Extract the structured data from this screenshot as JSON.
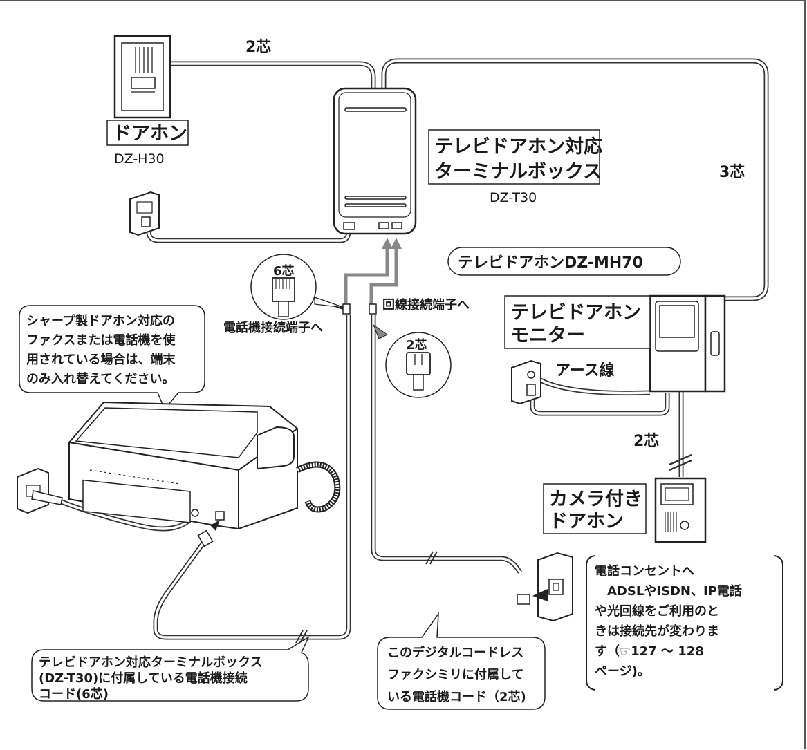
{
  "cores_2_top": "2芯",
  "cores_3_right": "3芯",
  "cores_2_camera": "2芯",
  "doorphone": {
    "label": "ドアホン",
    "model": "DZ-H30"
  },
  "terminal_box": {
    "line1": "テレビドアホン対応",
    "line2": "ターミナルボックス",
    "model": "DZ-T30"
  },
  "tv_doorphone_title": "テレビドアホンDZ-MH70",
  "monitor": {
    "line1": "テレビドアホン",
    "line2": "モニター"
  },
  "earth_wire": "アース線",
  "camera_doorphone": {
    "line1": "カメラ付き",
    "line2": "ドアホン"
  },
  "plug_6": {
    "label": "6芯",
    "caption": "電話機接続端子へ"
  },
  "plug_2": {
    "label": "2芯",
    "caption": "回線接続端子へ"
  },
  "callout_sharp": [
    "シャープ製ドアホン対応の",
    "ファクスまたは電話機を使",
    "用されている場合は、端末",
    "のみ入れ替えてください。"
  ],
  "callout_cord6": [
    "テレビドアホン対応ターミナルボックス",
    "(DZ-T30)に付属している電話機接続",
    "コード(6芯)"
  ],
  "callout_cord2": [
    "このデジタルコードレス",
    "ファクシミリに付属して",
    "いる電話機コード（2芯)"
  ],
  "outlet_note": {
    "title": "電話コンセントへ",
    "lines": [
      "ADSLやISDN、IP電話",
      "や光回線をご利用のと",
      "きは接続先が変わりま",
      "す（☞127 ～ 128",
      "ページ)。"
    ]
  }
}
